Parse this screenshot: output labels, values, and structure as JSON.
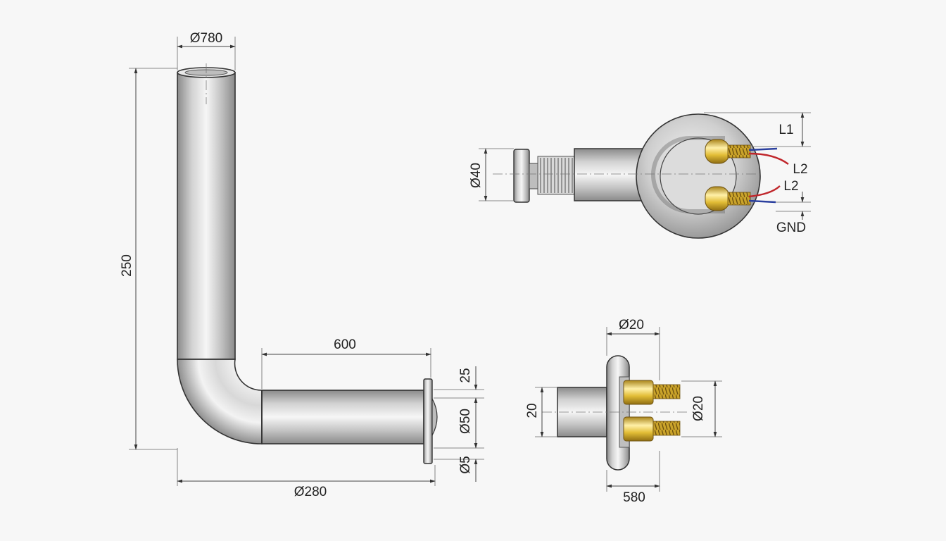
{
  "labels": {
    "top_diameter": "Ø780",
    "height": "250",
    "horizontal_length": "600",
    "flange_top": "25",
    "flange_diameter": "Ø50",
    "flange_bottom": "Ø5",
    "base_diameter": "Ø280",
    "head_diameter": "Ø40",
    "terminal_l1": "L1",
    "terminal_l2a": "L2",
    "terminal_l2b": "L2",
    "terminal_gnd": "GND",
    "side_top_diameter": "Ø20",
    "side_height": "20",
    "side_right_diameter": "Ø20",
    "side_width": "580"
  },
  "colors": {
    "steel_light": "#f2f2f2",
    "steel_mid": "#c9c9c9",
    "steel_dark": "#8f8f8f",
    "brass_light": "#fff0a8",
    "brass": "#e2bd36",
    "brass_dark": "#a9841a",
    "wire_red": "#c0262b",
    "wire_blue": "#2a3f9e"
  }
}
